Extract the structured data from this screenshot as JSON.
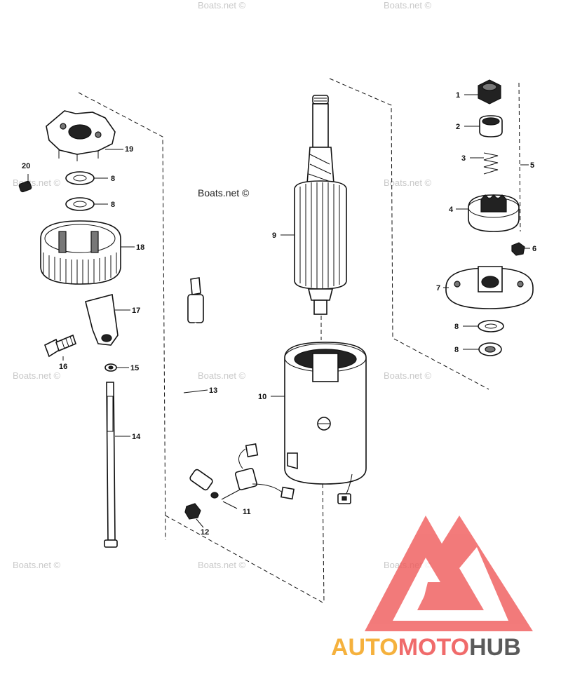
{
  "watermarks": {
    "site": "Boats.net ©",
    "center_label": "Boats.net ©"
  },
  "callouts": [
    {
      "id": "1"
    },
    {
      "id": "2"
    },
    {
      "id": "3"
    },
    {
      "id": "4"
    },
    {
      "id": "5"
    },
    {
      "id": "6"
    },
    {
      "id": "7"
    },
    {
      "id": "8"
    },
    {
      "id": "9"
    },
    {
      "id": "10"
    },
    {
      "id": "11"
    },
    {
      "id": "12"
    },
    {
      "id": "13"
    },
    {
      "id": "14"
    },
    {
      "id": "15"
    },
    {
      "id": "16"
    },
    {
      "id": "17"
    },
    {
      "id": "18"
    },
    {
      "id": "19"
    },
    {
      "id": "20"
    }
  ],
  "callout_labels": {
    "n1": "1",
    "n2": "2",
    "n3": "3",
    "n4": "4",
    "n5": "5",
    "n6": "6",
    "n7": "7",
    "n8": "8",
    "n9": "9",
    "n10": "10",
    "n11": "11",
    "n12": "12",
    "n13": "13",
    "n14": "14",
    "n15": "15",
    "n16": "16",
    "n17": "17",
    "n18": "18",
    "n19": "19",
    "n20": "20"
  },
  "logo": {
    "part1": "AUTO",
    "part2": "MOTO",
    "part3": "HUB",
    "colors": {
      "auto": "#f5b13d",
      "moto": "#f06b6b",
      "hub": "#5a5a5a",
      "triangle": "#f05a5a"
    }
  }
}
